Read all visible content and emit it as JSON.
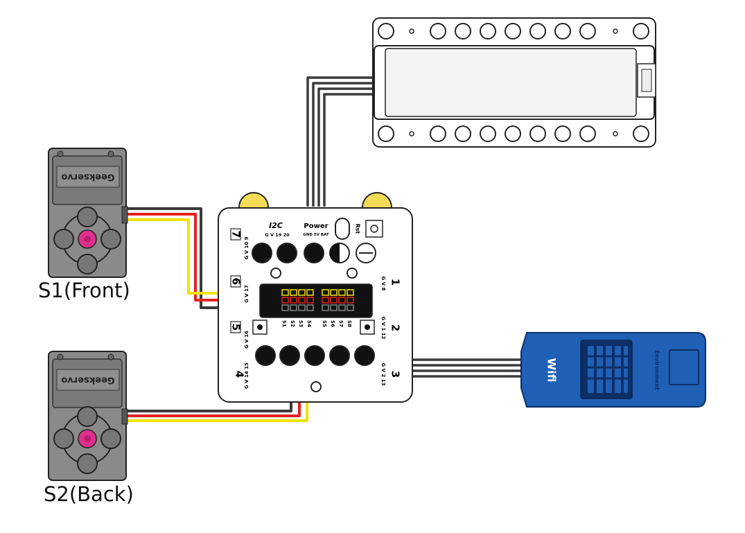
{
  "labels": {
    "servo1": "S1(Front)",
    "servo2": "S2(Back)"
  },
  "servo": {
    "brand": "Geekservo"
  },
  "board": {
    "i2c": "I2C",
    "i2c_pins": "G V 19 20",
    "power": "Power",
    "power_pins": "GND 5V BAT",
    "rst": "Rst",
    "ports": [
      "1",
      "2",
      "3",
      "4",
      "5",
      "6",
      "7"
    ],
    "port_pins": {
      "p1": "G V 8",
      "p2": "G V 1 12",
      "p3": "G V 2 13",
      "p4": "G V 14 15",
      "p5": "G V 16",
      "p6": "G V 17",
      "p7": "G V 10 9"
    },
    "servo_ports_left": [
      "S1",
      "S2",
      "S3",
      "S4"
    ],
    "servo_ports_right": [
      "S5",
      "S6",
      "S7",
      "S8"
    ]
  },
  "wifi_module": {
    "label": "Wifi",
    "sensor_label": "Environment"
  },
  "colors": {
    "wire_black": "#3a3a3a",
    "wire_red": "#e52020",
    "wire_yellow": "#f2e200",
    "servo_gray": "#8a8a8a",
    "servo_dark": "#555555",
    "servo_button": "#e0308f",
    "module_blue": "#1f5fb5",
    "wheel_yellow": "#f3dd56"
  }
}
